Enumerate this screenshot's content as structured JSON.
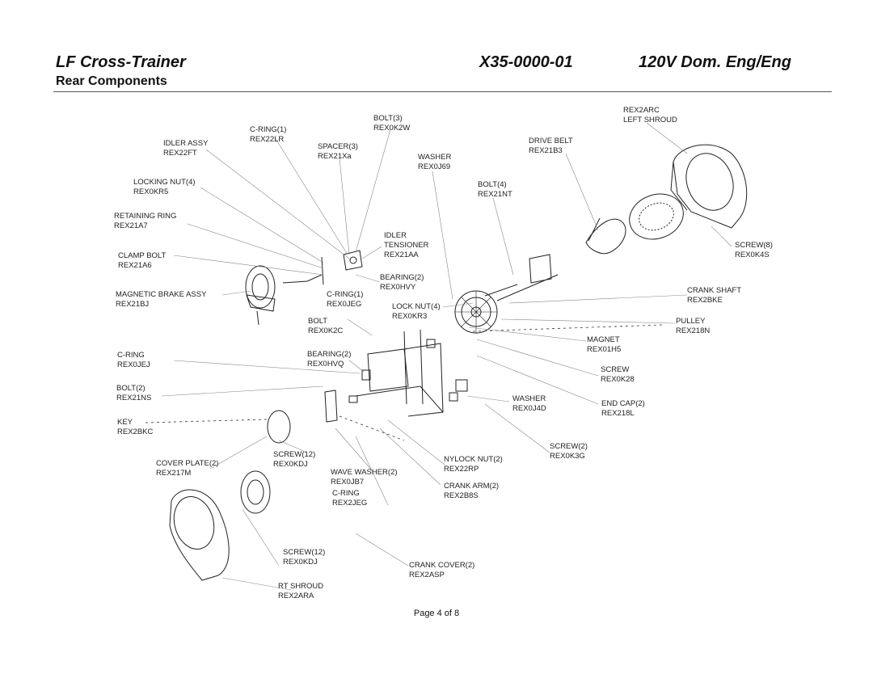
{
  "header": {
    "product": "LF  Cross-Trainer",
    "model": "X35-0000-01",
    "voltage": "120V Dom. Eng/Eng",
    "section": "Rear Components"
  },
  "labels": {
    "idler_assy": [
      "IDLER ASSY",
      "REX22FT"
    ],
    "c_ring1": [
      "C-RING(1)",
      "REX22LR"
    ],
    "bolt3": [
      "BOLT(3)",
      "REX0K2W"
    ],
    "spacer3": [
      "SPACER(3)",
      "REX21Xa"
    ],
    "washer_top": [
      "WASHER",
      "REX0J69"
    ],
    "locking_nut4": [
      "LOCKING NUT(4)",
      "REX0KR5"
    ],
    "retaining_ring": [
      "RETAINING RING",
      "REX21A7"
    ],
    "clamp_bolt": [
      "CLAMP BOLT",
      "REX21A6"
    ],
    "magnetic_brake": [
      "MAGNETIC BRAKE ASSY",
      "REX21BJ"
    ],
    "idler_tensioner": [
      "IDLER",
      "TENSIONER",
      "REX21AA"
    ],
    "bearing2_top": [
      "BEARING(2)",
      "REX0HVY"
    ],
    "c_ring1_b": [
      "C-RING(1)",
      "REX0JEG"
    ],
    "bolt_mid": [
      "BOLT",
      "REX0K2C"
    ],
    "lock_nut4": [
      "LOCK NUT(4)",
      "REX0KR3"
    ],
    "c_ring_left": [
      "C-RING",
      "REX0JEJ"
    ],
    "bearing2_mid": [
      "BEARING(2)",
      "REX0HVQ"
    ],
    "bolt2": [
      "BOLT(2)",
      "REX21NS"
    ],
    "key": [
      "KEY",
      "REX2BKC"
    ],
    "cover_plate2": [
      "COVER PLATE(2)",
      "REX217M"
    ],
    "screw12_a": [
      "SCREW(12)",
      "REX0KDJ"
    ],
    "wave_washer2": [
      "WAVE WASHER(2)",
      "REX0JB7"
    ],
    "c_ring_bottom": [
      "C-RING",
      "REX2JEG"
    ],
    "screw12_b": [
      "SCREW(12)",
      "REX0KDJ"
    ],
    "rt_shroud": [
      "RT SHROUD",
      "REX2ARA"
    ],
    "left_shroud": [
      "REX2ARC",
      "LEFT SHROUD"
    ],
    "drive_belt": [
      "DRIVE BELT",
      "REX21B3"
    ],
    "bolt4": [
      "BOLT(4)",
      "REX21NT"
    ],
    "screw8": [
      "SCREW(8)",
      "REX0K4S"
    ],
    "crank_shaft": [
      "CRANK SHAFT",
      "REX2BKE"
    ],
    "pulley": [
      "PULLEY",
      "REX218N"
    ],
    "magnet": [
      "MAGNET",
      "REX01H5"
    ],
    "screw_right": [
      "SCREW",
      "REX0K28"
    ],
    "washer_right": [
      "WASHER",
      "REX0J4D"
    ],
    "end_cap2": [
      "END CAP(2)",
      "REX218L"
    ],
    "screw2": [
      "SCREW(2)",
      "REX0K3G"
    ],
    "nylock_nut2": [
      "NYLOCK NUT(2)",
      "REX22RP"
    ],
    "crank_arm2": [
      "CRANK ARM(2)",
      "REX2B8S"
    ],
    "crank_cover2": [
      "CRANK COVER(2)",
      "REX2ASP"
    ]
  },
  "footer": {
    "page": "Page  4 of 8"
  }
}
